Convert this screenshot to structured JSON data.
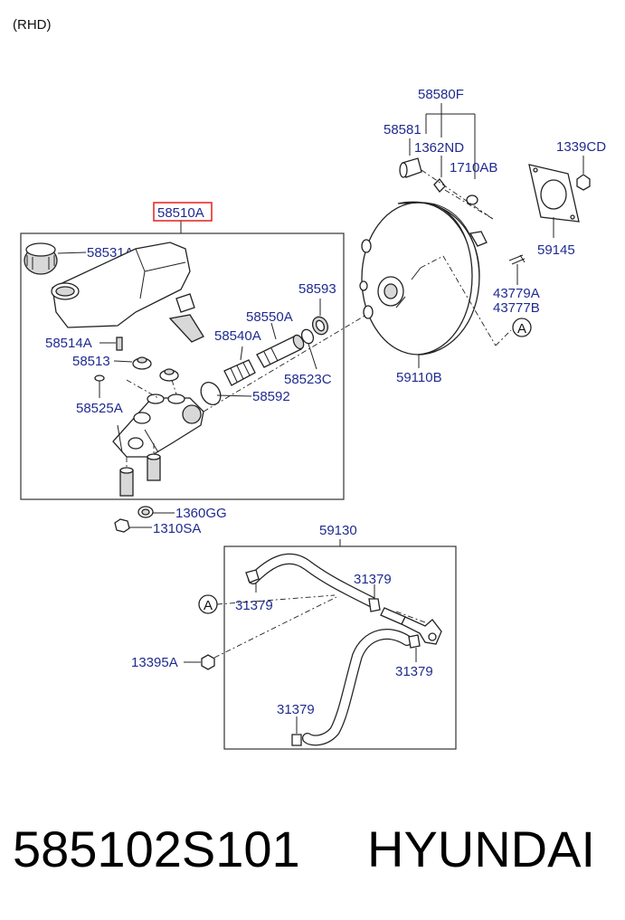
{
  "header": {
    "variant_note": "(RHD)"
  },
  "footer": {
    "part_number": "585102S101",
    "brand": "HYUNDAI"
  },
  "labels": {
    "assembly": "58510A",
    "reservoir": "58531A",
    "pin": "58514A",
    "grommet": "58513",
    "bolt": "58525A",
    "piston_assy": "58550A",
    "piston": "58540A",
    "seal_ring": "58593",
    "cup": "58523C",
    "o_ring": "58592",
    "washer": "1360GG",
    "nut_mc": "1310SA",
    "clevis_group": "58580F",
    "clevis": "58581",
    "clip_pin": "1362ND",
    "nut_clevis": "1710AB",
    "nut_booster": "1339CD",
    "gasket": "59145",
    "pin_a": "43779A",
    "pin_b": "43777B",
    "booster": "59110B",
    "hose_assy": "59130",
    "hose_clip_1": "31379",
    "hose_clip_2": "31379",
    "hose_clip_3": "31379",
    "hose_clip_4": "31379",
    "nut_hose": "13395A",
    "ref_a_top": "A",
    "ref_a_bottom": "A"
  }
}
